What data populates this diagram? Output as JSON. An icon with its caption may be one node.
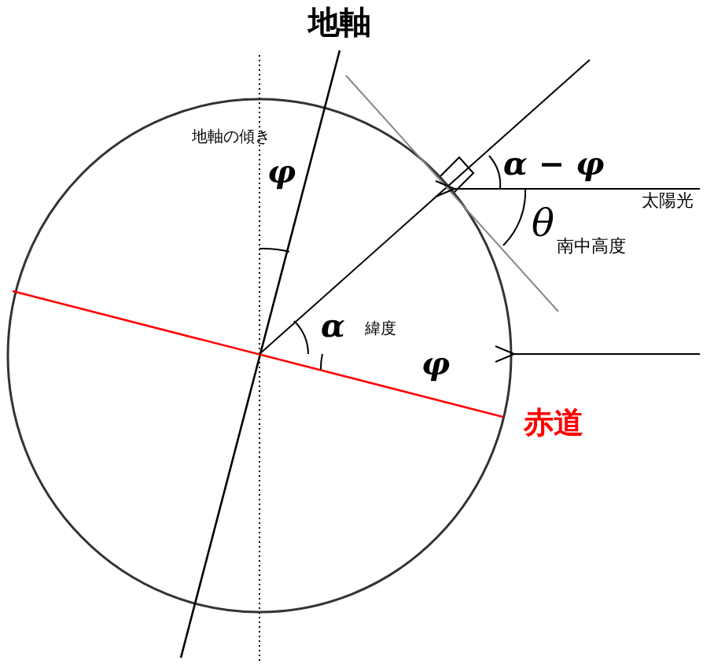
{
  "diagram": {
    "labels": [
      "地軸",
      "地軸の傾き",
      "φ",
      "α − φ",
      "太陽光",
      "θ",
      "南中高度",
      "α",
      "緯度",
      "φ",
      "赤道"
    ]
  }
}
